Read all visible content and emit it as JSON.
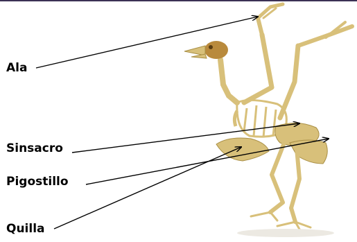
{
  "labels": {
    "ala": "Ala",
    "sinsacro": "Sinsacro",
    "pigostillo": "Pigostillo",
    "quilla": "Quilla"
  },
  "colors": {
    "top_rule": "#3b3155",
    "bone": "#d8c07a",
    "bone_shade": "#a98f45",
    "skull": "#b98a3c",
    "text": "#000000",
    "arrow": "#000000"
  }
}
